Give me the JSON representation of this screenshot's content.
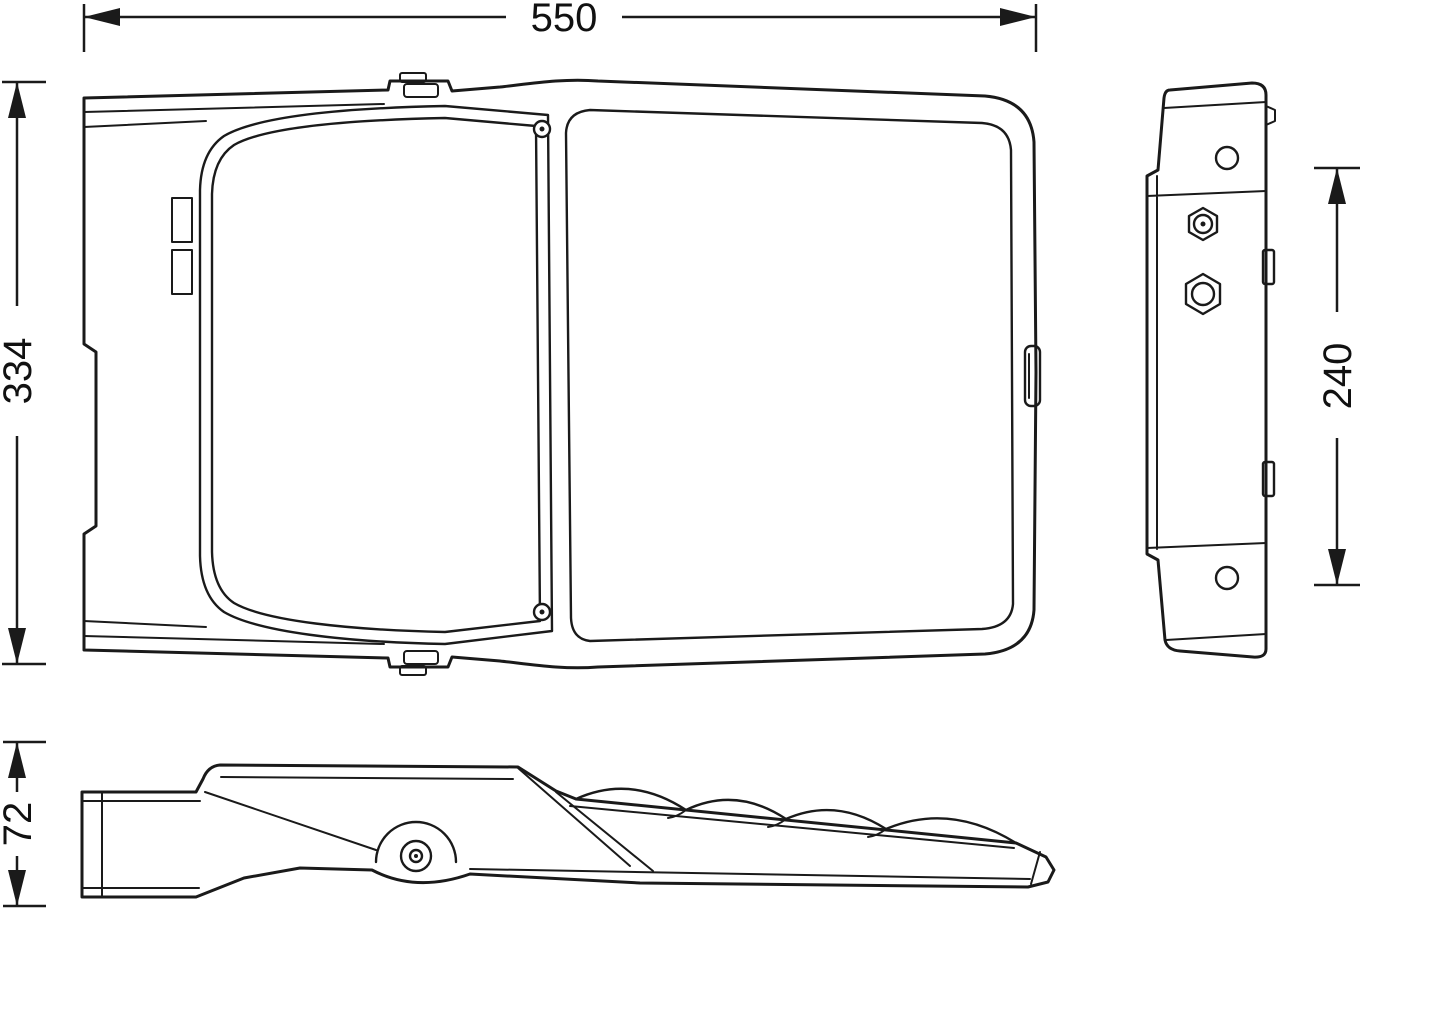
{
  "dimensions": {
    "overall_width": "550",
    "overall_depth": "334",
    "side_height": "240",
    "profile_height": "72"
  },
  "colors": {
    "line": "#1a1a1a",
    "background": "#ffffff"
  }
}
